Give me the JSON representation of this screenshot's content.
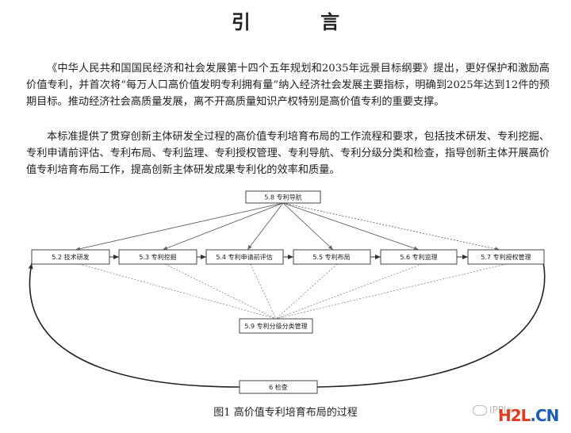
{
  "title": "引  言",
  "paragraphs": [
    "《中华人民共和国国民经济和社会发展第十四个五年规划和2035年远景目标纲要》提出，更好保护和激励高价值专利，并首次将“每万人口高价值发明专利拥有量”纳入经济社会发展主要指标，明确到2025年达到12件的预期目标。推动经济社会高质量发展，离不开高质量知识产权特别是高价值专利的重要支撑。",
    "本标准提供了贯穿创新主体研发全过程的高价值专利培育布局的工作流程和要求，包括技术研发、专利挖掘、专利申请前评估、专利布局、专利监理、专利授权管理、专利导航、专利分级分类和检查，指导创新主体开展高价值专利培育布局工作，提高创新主体研发成果专利化的效率和质量。"
  ],
  "diagram": {
    "top_node": "5.8 专利导航",
    "main_nodes": [
      "5.2 技术研发",
      "5.3 专利挖掘",
      "5.4 专利申请前评估",
      "5.5 专利布局",
      "5.6 专利监理",
      "5.7 专利授权管理"
    ],
    "bottom_node": "5.9 专利分级分类管理",
    "check_node": "6 检查"
  },
  "caption": "图1 高价值专利培育布局的过程",
  "watermark": {
    "wechat_text": "IPPla...",
    "brand_red": "H2L",
    "brand_blue": ".CN"
  }
}
